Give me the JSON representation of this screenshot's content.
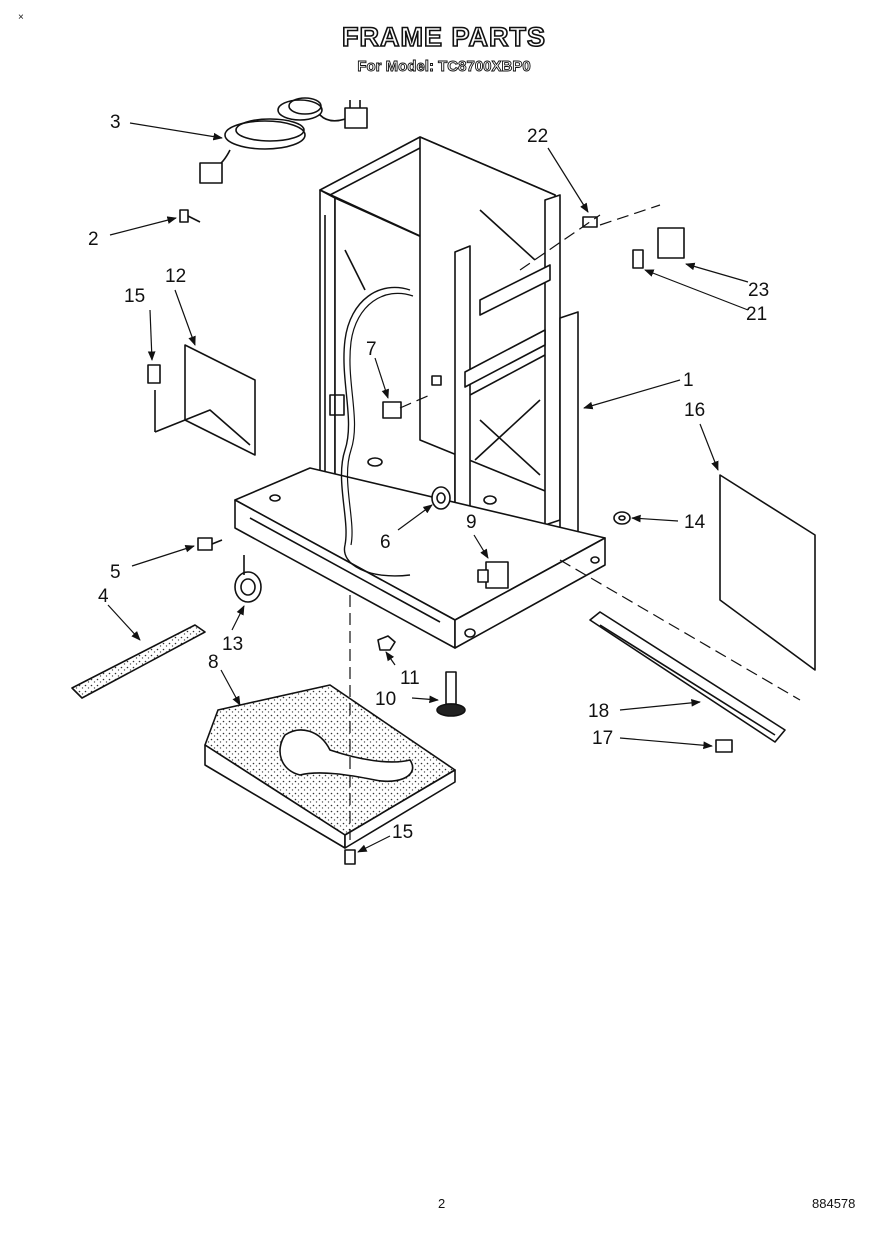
{
  "header": {
    "title": "FRAME PARTS",
    "subtitle": "For Model: TC8700XBP0",
    "corner_mark": "×"
  },
  "callouts": [
    {
      "id": "c1",
      "text": "1"
    },
    {
      "id": "c2",
      "text": "2"
    },
    {
      "id": "c3",
      "text": "3"
    },
    {
      "id": "c4",
      "text": "4"
    },
    {
      "id": "c5",
      "text": "5"
    },
    {
      "id": "c6",
      "text": "6"
    },
    {
      "id": "c7",
      "text": "7"
    },
    {
      "id": "c8",
      "text": "8"
    },
    {
      "id": "c9",
      "text": "9"
    },
    {
      "id": "c10",
      "text": "10"
    },
    {
      "id": "c11",
      "text": "11"
    },
    {
      "id": "c12",
      "text": "12"
    },
    {
      "id": "c13",
      "text": "13"
    },
    {
      "id": "c14",
      "text": "14"
    },
    {
      "id": "c15a",
      "text": "15"
    },
    {
      "id": "c15b",
      "text": "15"
    },
    {
      "id": "c16",
      "text": "16"
    },
    {
      "id": "c17",
      "text": "17"
    },
    {
      "id": "c18",
      "text": "18"
    },
    {
      "id": "c21",
      "text": "21"
    },
    {
      "id": "c22",
      "text": "22"
    },
    {
      "id": "c23",
      "text": "23"
    }
  ],
  "footer": {
    "page_number": "2",
    "document_number": "884578"
  }
}
